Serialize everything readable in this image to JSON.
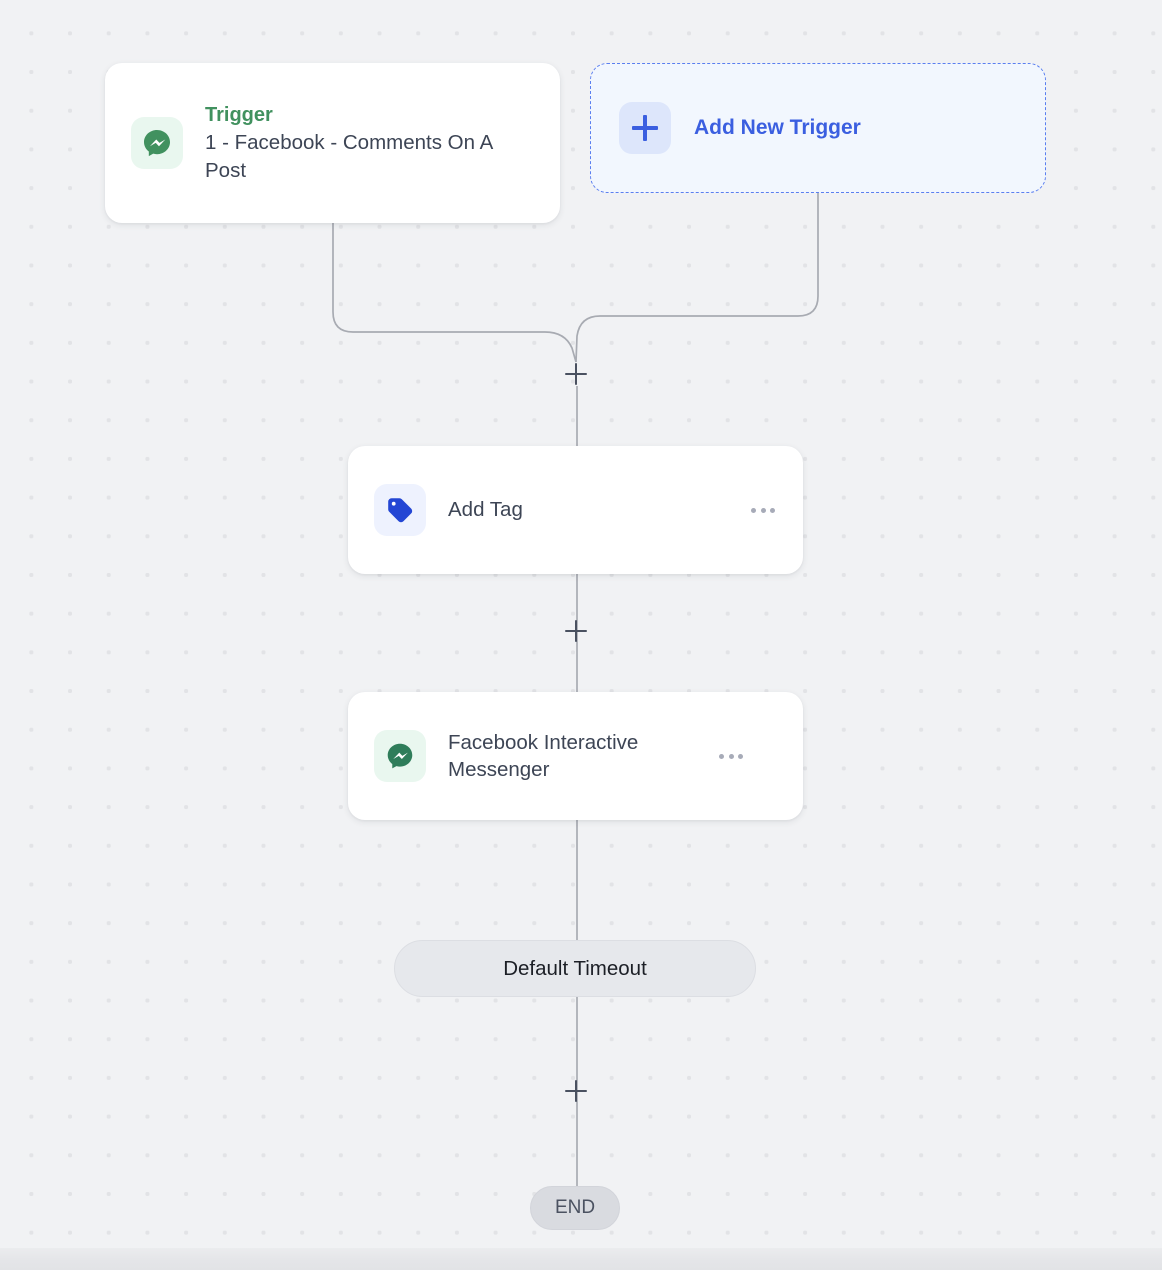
{
  "canvas": {
    "background_color": "#f1f2f4",
    "dot_color": "#e2e3e6"
  },
  "colors": {
    "accent_blue": "#3b5fe0",
    "trigger_green": "#41915f",
    "messenger_green": "#2f7d5a",
    "connector_gray": "#a8abb2",
    "text_dark": "#3d4555"
  },
  "trigger_node": {
    "kicker": "Trigger",
    "title": "1 - Facebook - Comments On A Post",
    "icon": "facebook-messenger-icon"
  },
  "add_trigger_node": {
    "label": "Add New Trigger",
    "icon": "plus-icon"
  },
  "action_nodes": [
    {
      "label": "Add Tag",
      "icon": "tag-icon",
      "menu": "more-options"
    },
    {
      "label": "Facebook Interactive Messenger",
      "icon": "facebook-messenger-icon",
      "menu": "more-options"
    }
  ],
  "timeout_node": {
    "label": "Default Timeout"
  },
  "end_node": {
    "label": "END"
  },
  "connector_handles": [
    {
      "name": "add-step-after-triggers"
    },
    {
      "name": "add-step-after-add-tag"
    },
    {
      "name": "add-step-before-end"
    }
  ]
}
